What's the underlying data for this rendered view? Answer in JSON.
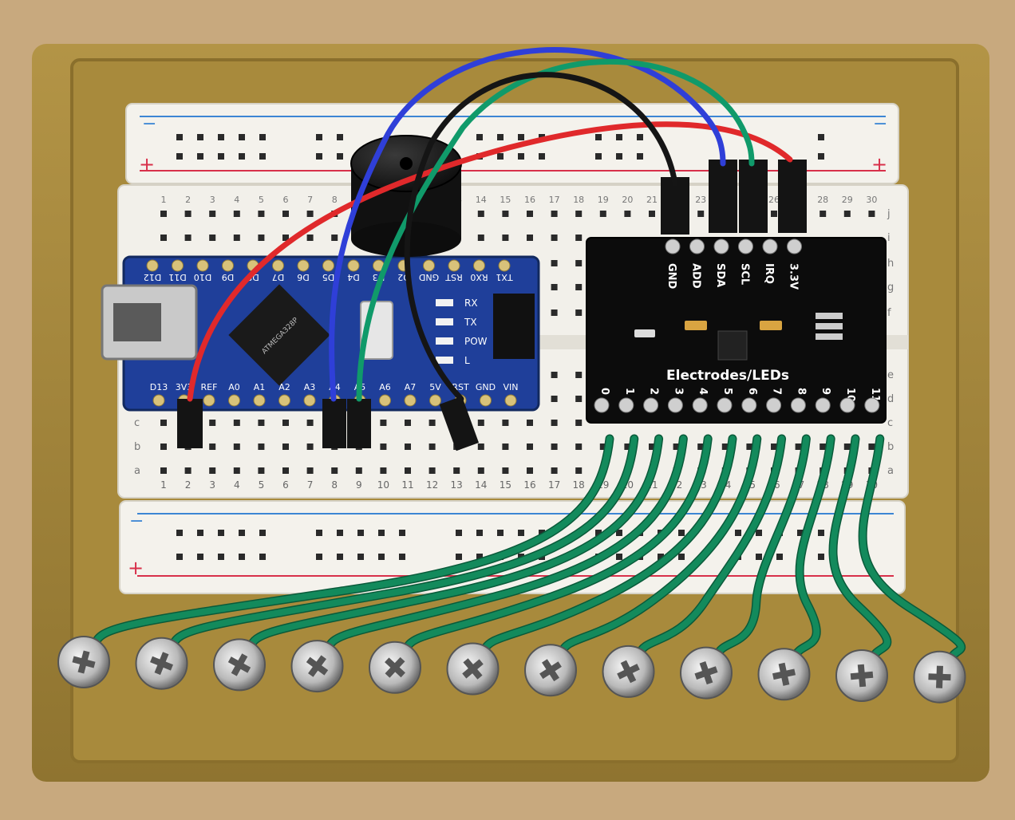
{
  "breadboard": {
    "row_numbers": [
      "1",
      "2",
      "3",
      "4",
      "5",
      "6",
      "7",
      "8",
      "9",
      "10",
      "11",
      "12",
      "13",
      "14",
      "15",
      "16",
      "17",
      "18",
      "19",
      "20",
      "21",
      "22",
      "23",
      "24",
      "25",
      "26",
      "27",
      "28",
      "29",
      "30"
    ],
    "row_letters_top": [
      "j",
      "i",
      "h",
      "g",
      "f"
    ],
    "row_letters_bottom": [
      "e",
      "d",
      "c",
      "b",
      "a"
    ],
    "rail_minus": "−",
    "rail_plus": "+"
  },
  "arduino_nano": {
    "top_pins": [
      "TX1",
      "RX0",
      "RST",
      "GND",
      "D2",
      "D3",
      "D4",
      "D5",
      "D6",
      "D7",
      "D8",
      "D9",
      "D10",
      "D11",
      "D12"
    ],
    "bottom_pins": [
      "D13",
      "3V3",
      "REF",
      "A0",
      "A1",
      "A2",
      "A3",
      "A4",
      "A5",
      "A6",
      "A7",
      "5V",
      "RST",
      "GND",
      "VIN"
    ],
    "leds": [
      "RX",
      "TX",
      "POW",
      "L"
    ],
    "chip_text": "ATMEGA328P"
  },
  "mpr121": {
    "header_pins": [
      "GND",
      "ADD",
      "SDA",
      "SCL",
      "IRQ",
      "3.3V"
    ],
    "title": "Electrodes/LEDs",
    "electrode_pins": [
      "0",
      "1",
      "2",
      "3",
      "4",
      "5",
      "6",
      "7",
      "8",
      "9",
      "10",
      "11"
    ]
  },
  "colors": {
    "base_plate": "#a8893a",
    "breadboard": "#f2f0ea",
    "nano_pcb": "#1f3f9a",
    "mpr_pcb": "#0c0c0c",
    "wire_red": "#e0292b",
    "wire_blue": "#2f3fd8",
    "wire_green": "#109a6a",
    "wire_black": "#151515",
    "wire_electrode": "#138a5c"
  },
  "electrode_screws_count": 12
}
